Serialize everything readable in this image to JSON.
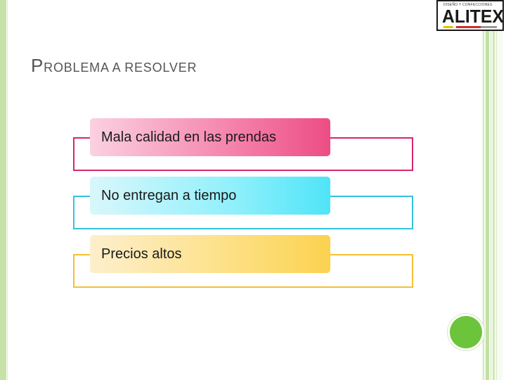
{
  "logo": {
    "tagline": "DISEÑO Y CONFECCIONES",
    "wordmark": "ALITEX"
  },
  "title": {
    "first_letter": "P",
    "rest": "ROBLEMA A RESOLVER"
  },
  "items": [
    {
      "label": "Mala calidad en las prendas",
      "color": "#d6266e"
    },
    {
      "label": "No entregan a tiempo",
      "color": "#34c3e0"
    },
    {
      "label": "Precios altos",
      "color": "#f5bf33"
    }
  ],
  "theme": {
    "accent_green": "#6cc43a",
    "stripe_green": "#c6e2a8",
    "title_color": "#555555"
  }
}
